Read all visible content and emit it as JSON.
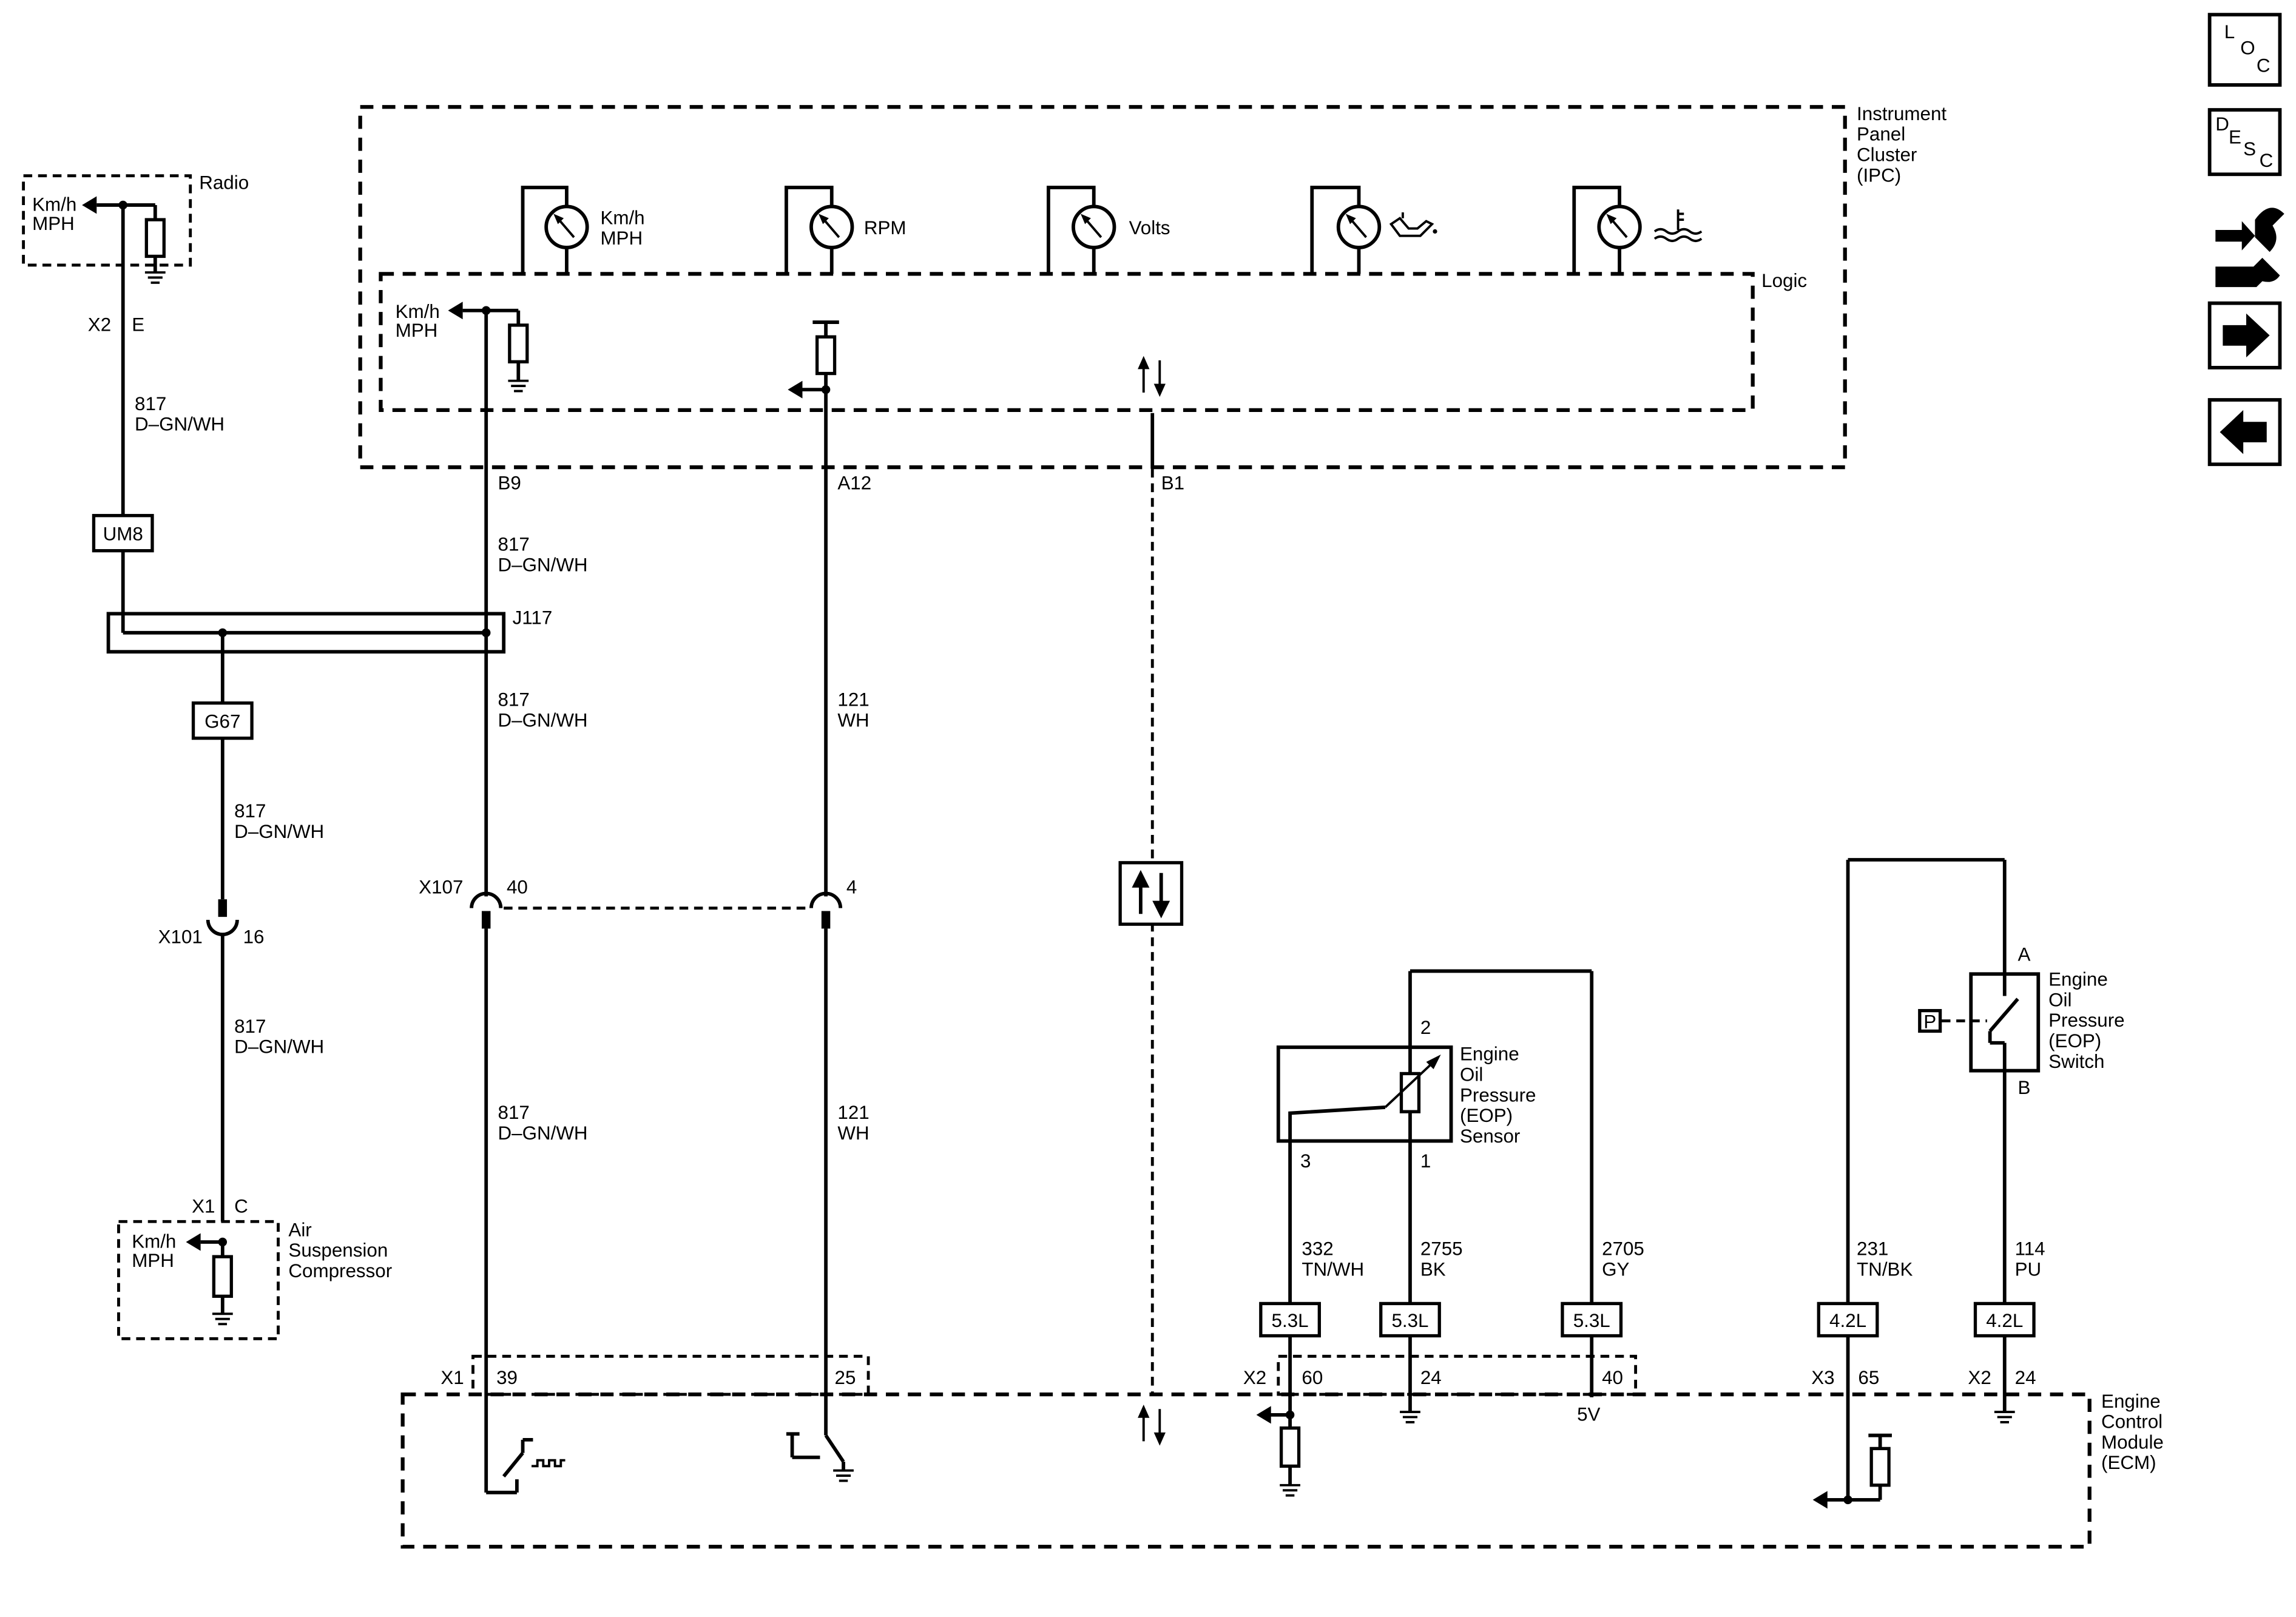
{
  "modules": {
    "ipc": {
      "name": "Instrument\nPanel\nCluster\n(IPC)",
      "logic": "Logic"
    },
    "radio": {
      "name": "Radio"
    },
    "air_suspension": {
      "name": "Air\nSuspension\nCompressor"
    },
    "ecm": {
      "name": "Engine\nControl\nModule\n(ECM)"
    },
    "eop_sensor": {
      "name": "Engine\nOil\nPressure\n(EOP)\nSensor"
    },
    "eop_switch": {
      "name": "Engine\nOil\nPressure\n(EOP)\nSwitch"
    }
  },
  "gauges": {
    "speed": "Km/h\nMPH",
    "rpm": "RPM",
    "volts": "Volts"
  },
  "signal_labels": {
    "ipc_speed": "Km/h\nMPH",
    "radio_speed": "Km/h\nMPH",
    "air_speed": "Km/h\nMPH"
  },
  "connectors": {
    "radio_x": "X2",
    "radio_pin": "E",
    "ipc_b9": "B9",
    "ipc_a12": "A12",
    "ipc_b1": "B1",
    "j117": "J117",
    "x107": "X107",
    "x107_40": "40",
    "x107_4": "4",
    "x101": "X101",
    "x101_16": "16",
    "air_x": "X1",
    "air_pin": "C",
    "ecm_x1": "X1",
    "ecm_39": "39",
    "ecm_25": "25",
    "ecm_x2a": "X2",
    "ecm_60": "60",
    "ecm_24a": "24",
    "ecm_40": "40",
    "ecm_x3": "X3",
    "ecm_65": "65",
    "ecm_x2b": "X2",
    "ecm_24b": "24",
    "sensor_2": "2",
    "sensor_3": "3",
    "sensor_1": "1",
    "switch_a": "A",
    "switch_b": "B",
    "five_v": "5V"
  },
  "splices": {
    "um8": "UM8",
    "g67": "G67"
  },
  "badges": {
    "b53_1": "5.3L",
    "b53_2": "5.3L",
    "b53_3": "5.3L",
    "b42_1": "4.2L",
    "b42_2": "4.2L",
    "p": "P"
  },
  "wires": {
    "w_radio": {
      "circuit": "817",
      "color": "D–GN/WH"
    },
    "w_ipc_top": {
      "circuit": "817",
      "color": "D–GN/WH"
    },
    "w_ipc_mid": {
      "circuit": "817",
      "color": "D–GN/WH"
    },
    "w_g67": {
      "circuit": "817",
      "color": "D–GN/WH"
    },
    "w_x101": {
      "circuit": "817",
      "color": "D–GN/WH"
    },
    "w_ecm39": {
      "circuit": "817",
      "color": "D–GN/WH"
    },
    "w_121_top": {
      "circuit": "121",
      "color": "WH"
    },
    "w_121_bot": {
      "circuit": "121",
      "color": "WH"
    },
    "w_332": {
      "circuit": "332",
      "color": "TN/WH"
    },
    "w_2755": {
      "circuit": "2755",
      "color": "BK"
    },
    "w_2705": {
      "circuit": "2705",
      "color": "GY"
    },
    "w_231": {
      "circuit": "231",
      "color": "TN/BK"
    },
    "w_114": {
      "circuit": "114",
      "color": "PU"
    }
  },
  "nav": {
    "loc": {
      "l": "L",
      "o": "O",
      "c": "C"
    },
    "desc": {
      "d": "D",
      "e": "E",
      "s": "S",
      "c": "C"
    }
  }
}
